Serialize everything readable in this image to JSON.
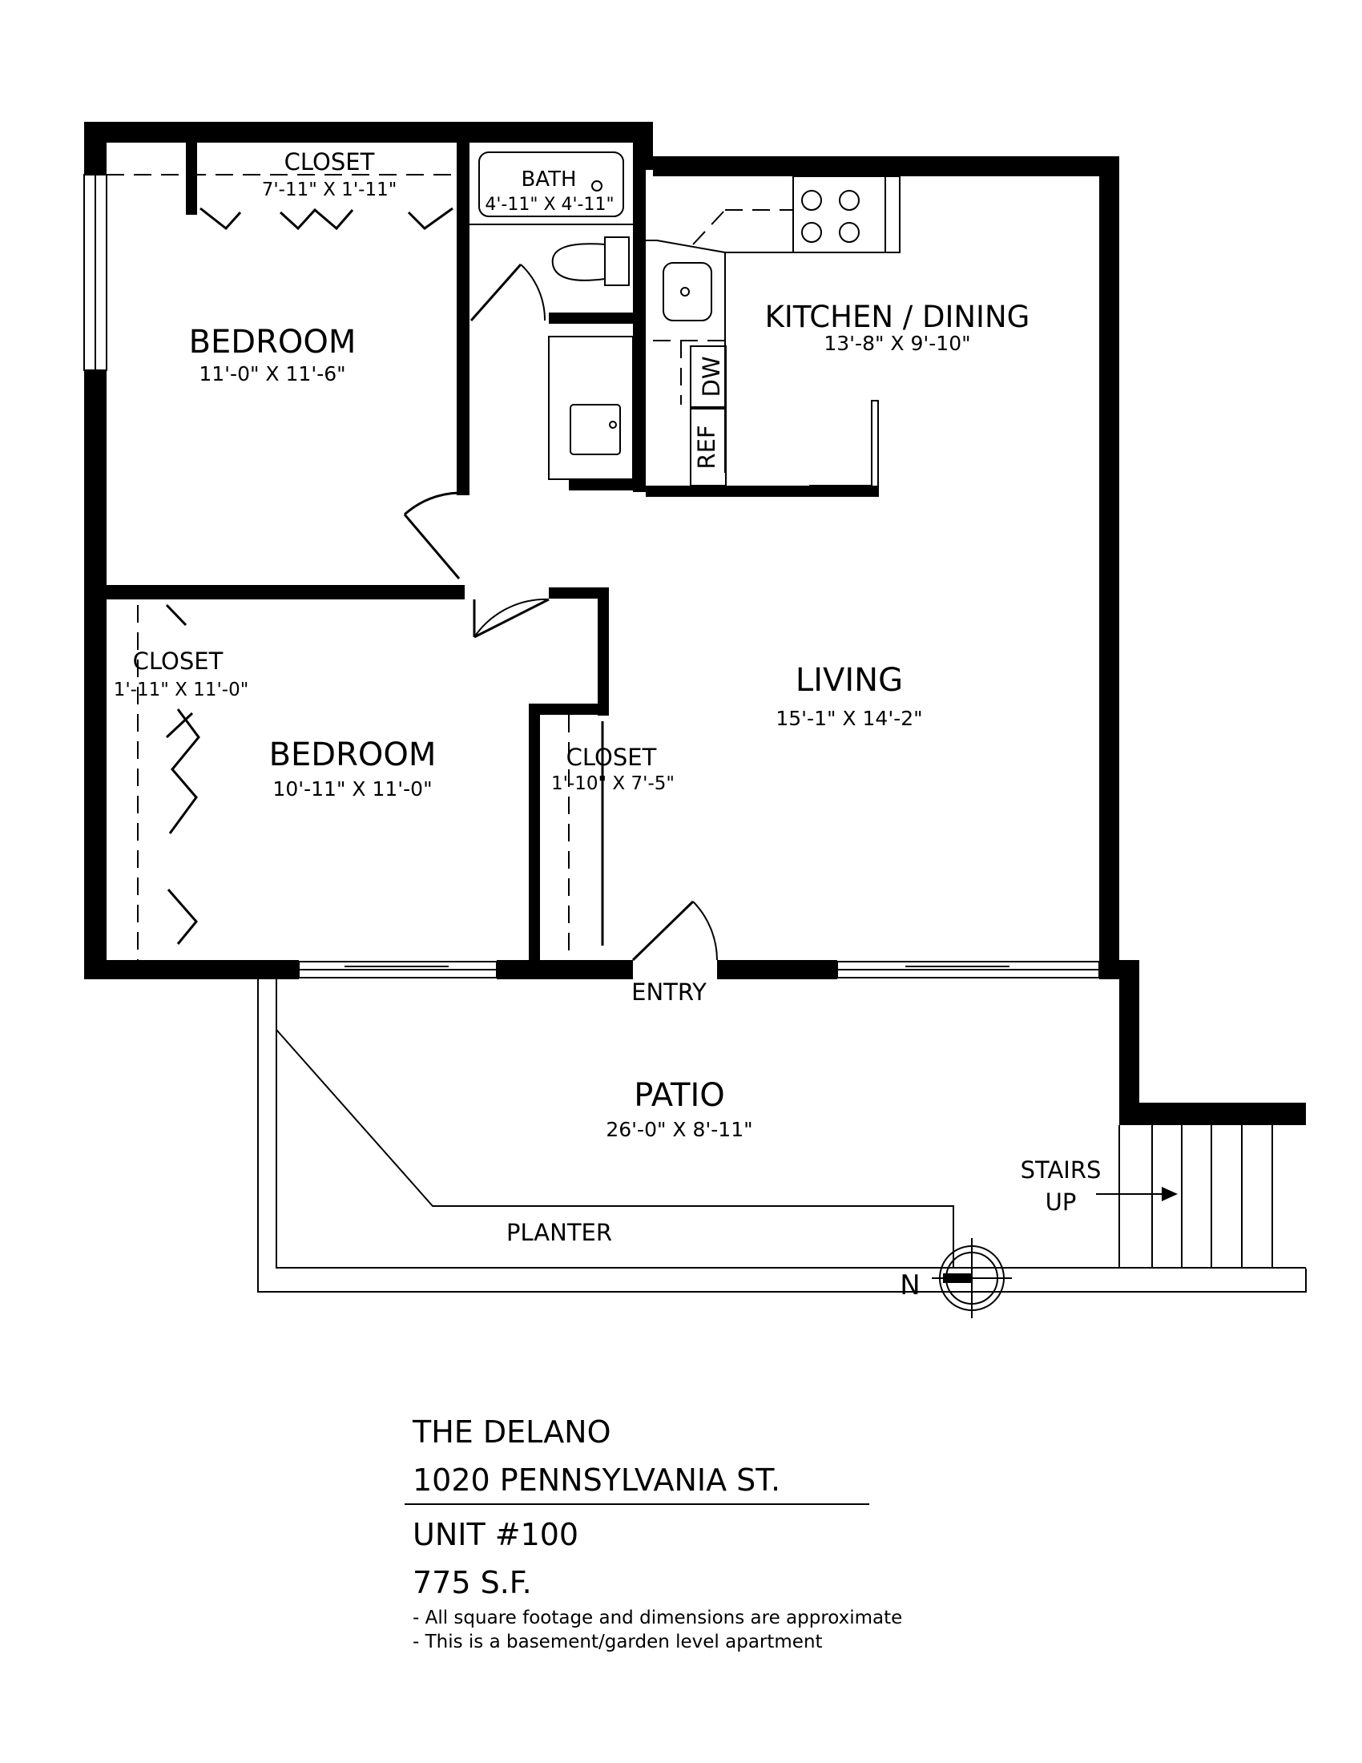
{
  "rooms": {
    "closet_top": {
      "name": "CLOSET",
      "dims": "7'-11\" X 1'-11\""
    },
    "bath": {
      "name": "BATH",
      "dims": "4'-11\" X 4'-11\""
    },
    "bedroom_1": {
      "name": "BEDROOM",
      "dims": "11'-0\" X 11'-6\""
    },
    "kitchen": {
      "name": "KITCHEN / DINING",
      "dims": "13'-8\" X 9'-10\""
    },
    "closet_left": {
      "name": "CLOSET",
      "dims": "1'-11\" X 11'-0\""
    },
    "bedroom_2": {
      "name": "BEDROOM",
      "dims": "10'-11\" X 11'-0\""
    },
    "living": {
      "name": "LIVING",
      "dims": "15'-1\" X 14'-2\""
    },
    "closet_entry": {
      "name": "CLOSET",
      "dims": "1'-10\" X 7'-5\""
    },
    "patio": {
      "name": "PATIO",
      "dims": "26'-0\" X 8'-11\""
    }
  },
  "fixtures": {
    "dw": "DW",
    "ref": "REF"
  },
  "labels": {
    "entry": "ENTRY",
    "planter": "PLANTER",
    "stairs_1": "STAIRS",
    "stairs_2": "UP",
    "north": "N"
  },
  "title_block": {
    "building": "THE DELANO",
    "address": "1020 PENNSYLVANIA ST.",
    "unit": "UNIT #100",
    "area": "775 S.F.",
    "note_1": "- All square footage and dimensions are approximate",
    "note_2": "- This is a basement/garden level apartment"
  }
}
